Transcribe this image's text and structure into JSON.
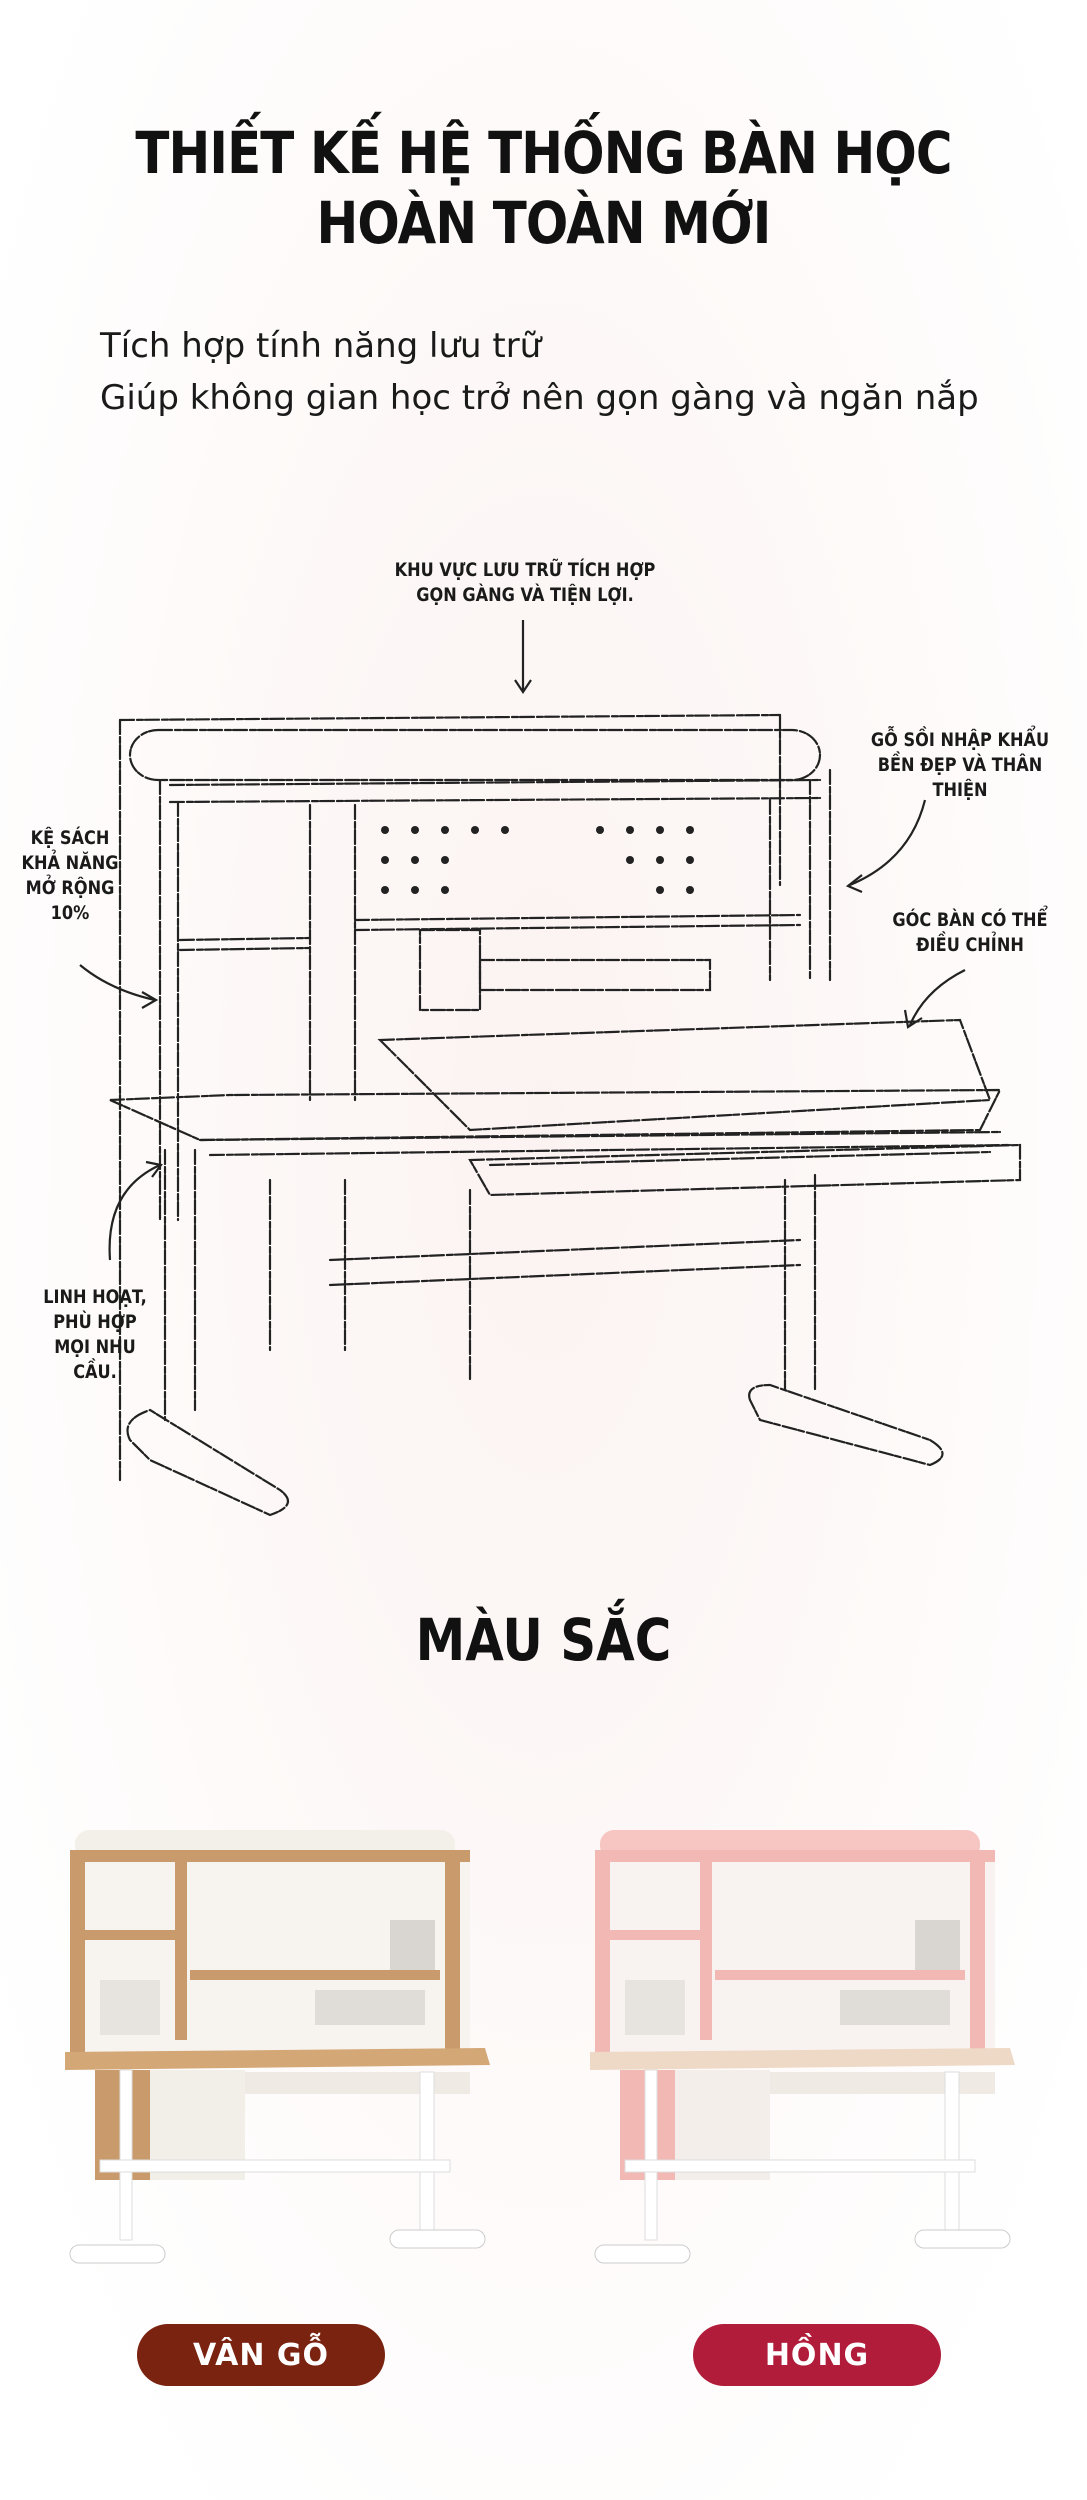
{
  "title": {
    "line1": "THIẾT KẾ HỆ THỐNG BÀN HỌC",
    "line2": "HOÀN TOÀN MỚI"
  },
  "subtitle": {
    "line1": "Tích hợp tính năng lưu trữ",
    "line2": "Giúp không gian học trở nên gọn gàng và ngăn nắp"
  },
  "annotations": {
    "storage": [
      "KHU VỰC LƯU TRỮ TÍCH HỢP",
      "GỌN GÀNG VÀ TIỆN LỢI."
    ],
    "wood": [
      "GỖ SỒI NHẬP KHẨU",
      "BỀN ĐẸP VÀ THÂN THIỆN"
    ],
    "shelf": [
      "KỆ SÁCH",
      "KHẢ NĂNG",
      "MỞ RỘNG",
      "10%"
    ],
    "angle": [
      "GÓC BÀN CÓ THỂ",
      "ĐIỀU CHỈNH"
    ],
    "flexible": [
      "LINH HOẠT,",
      "PHÙ HỢP",
      "MỌI NHU CẦU."
    ]
  },
  "colors_title": "MÀU SẮC",
  "options": [
    {
      "label": "VÂN GỖ",
      "button_color": "#7a2310",
      "accent": "#c99a6c"
    },
    {
      "label": "HỒNG",
      "button_color": "#b01c3a",
      "accent": "#f2b9b4"
    }
  ]
}
